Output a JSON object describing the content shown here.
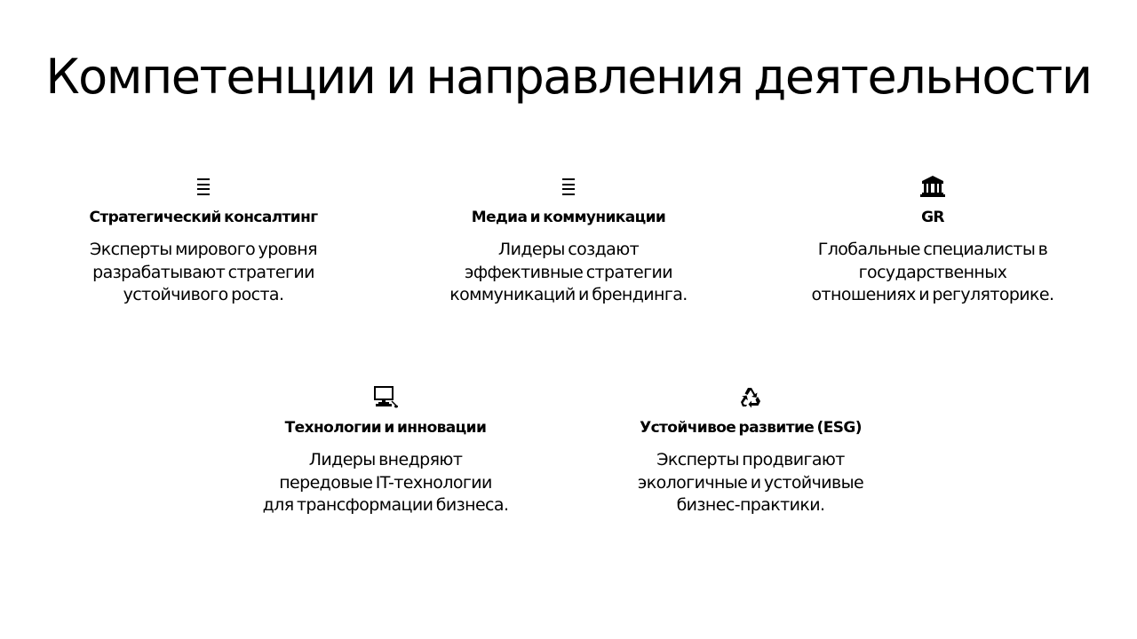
{
  "slide": {
    "title": "Компетенции и направления деятельности"
  },
  "cards": [
    {
      "icon": "list-lines-icon",
      "heading": "Стратегический консалтинг",
      "lines": [
        "Эксперты мирового уровня",
        "разрабатывают стратегии",
        "устойчивого роста."
      ]
    },
    {
      "icon": "list-lines-icon",
      "heading": "Медиа и коммуникации",
      "lines": [
        "Лидеры создают",
        "эффективные стратегии",
        "коммуникаций и брендинга."
      ]
    },
    {
      "icon": "government-building-icon",
      "heading": "GR",
      "lines": [
        "Глобальные специалисты в",
        "государственных",
        "отношениях и регуляторике."
      ]
    },
    {
      "icon": "desktop-computer-icon",
      "heading": "Технологии и инновации",
      "lines": [
        "Лидеры внедряют",
        "передовые IT-технологии",
        "для трансформации бизнеса."
      ]
    },
    {
      "icon": "recycle-icon",
      "heading": "Устойчивое развитие (ESG)",
      "lines": [
        "Эксперты продвигают",
        "экологичные и устойчивые",
        "бизнес-практики."
      ]
    }
  ],
  "colors": {
    "background": "#ffffff",
    "text": "#000000"
  }
}
